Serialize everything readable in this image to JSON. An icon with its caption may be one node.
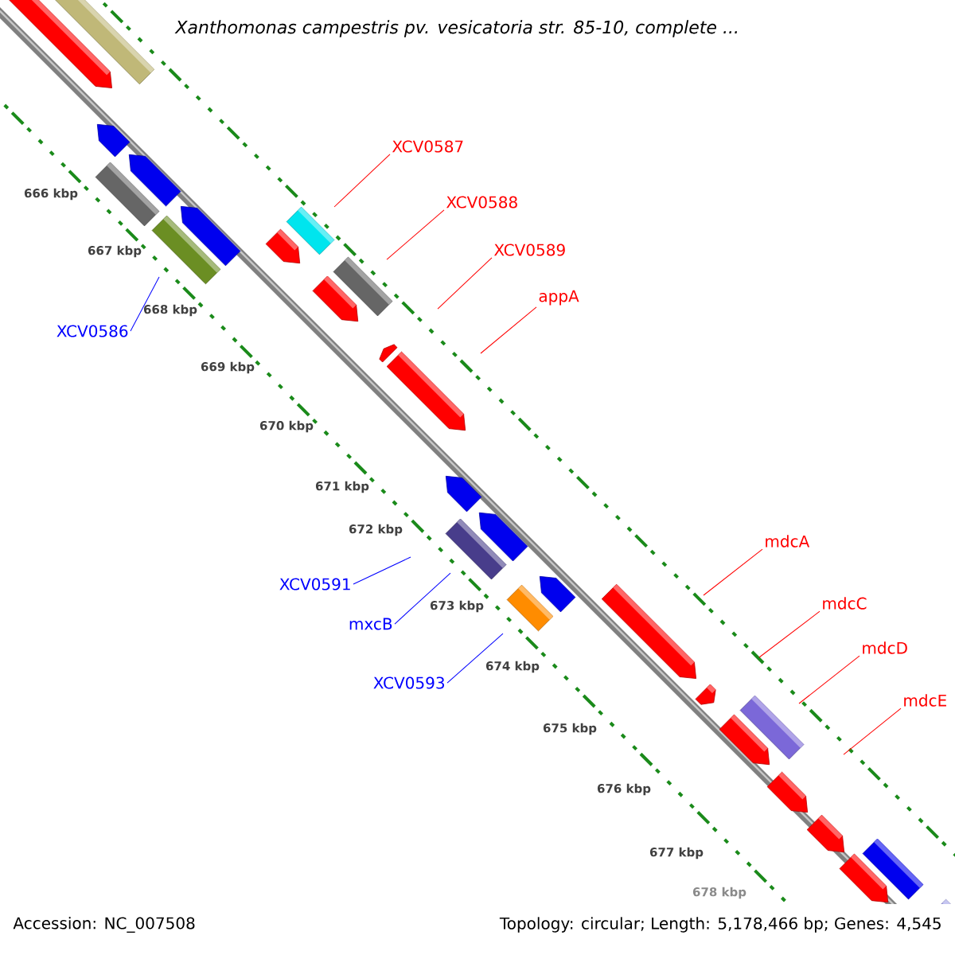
{
  "diagram": {
    "title": "Xanthomonas campestris pv. vesicatoria str. 85-10, complete ...",
    "nodes": [
      {
        "text": [
          "XCV0587"
        ]
      },
      {
        "text": [
          "XCV0588"
        ]
      },
      {
        "text": [
          "XCV0589"
        ]
      },
      {
        "text": [
          "appA"
        ]
      },
      {
        "text": [
          "XCV0586"
        ]
      },
      {
        "text": [
          "mdcA"
        ]
      },
      {
        "text": [
          "XCV0591"
        ]
      },
      {
        "text": [
          "mdcC"
        ]
      },
      {
        "text": [
          "mxcB"
        ]
      },
      {
        "text": [
          "mdcD"
        ]
      },
      {
        "text": [
          "XCV0593"
        ]
      },
      {
        "text": [
          "mdcE"
        ]
      }
    ],
    "edges": [
      {
        "from": 0,
        "to": null,
        "arrow": "none"
      },
      {
        "from": 1,
        "to": null,
        "arrow": "none"
      },
      {
        "from": 2,
        "to": null,
        "arrow": "none"
      },
      {
        "from": 3,
        "to": null,
        "arrow": "none"
      },
      {
        "from": 4,
        "to": null,
        "arrow": "none",
        "color": "#0000ff"
      },
      {
        "from": 5,
        "to": null,
        "arrow": "none"
      },
      {
        "from": 6,
        "to": null,
        "arrow": "none",
        "color": "#0000ff"
      },
      {
        "from": 7,
        "to": null,
        "arrow": "none"
      },
      {
        "from": 8,
        "to": null,
        "arrow": "none",
        "color": "#0000ff"
      },
      {
        "from": 9,
        "to": null,
        "arrow": "none"
      },
      {
        "from": 10,
        "to": null,
        "arrow": "none",
        "color": "#0000ff"
      },
      {
        "from": 11,
        "to": null,
        "arrow": "none"
      }
    ],
    "labels": [
      "666 kbp",
      "667 kbp",
      "668 kbp",
      "669 kbp",
      "670 kbp",
      "671 kbp",
      "672 kbp",
      "673 kbp",
      "674 kbp",
      "675 kbp",
      "676 kbp",
      "677 kbp",
      "678 kbp",
      "Accession: NC_007508",
      "Topology: circular; Length: 5,178,466 bp; Genes: 4,545"
    ]
  }
}
